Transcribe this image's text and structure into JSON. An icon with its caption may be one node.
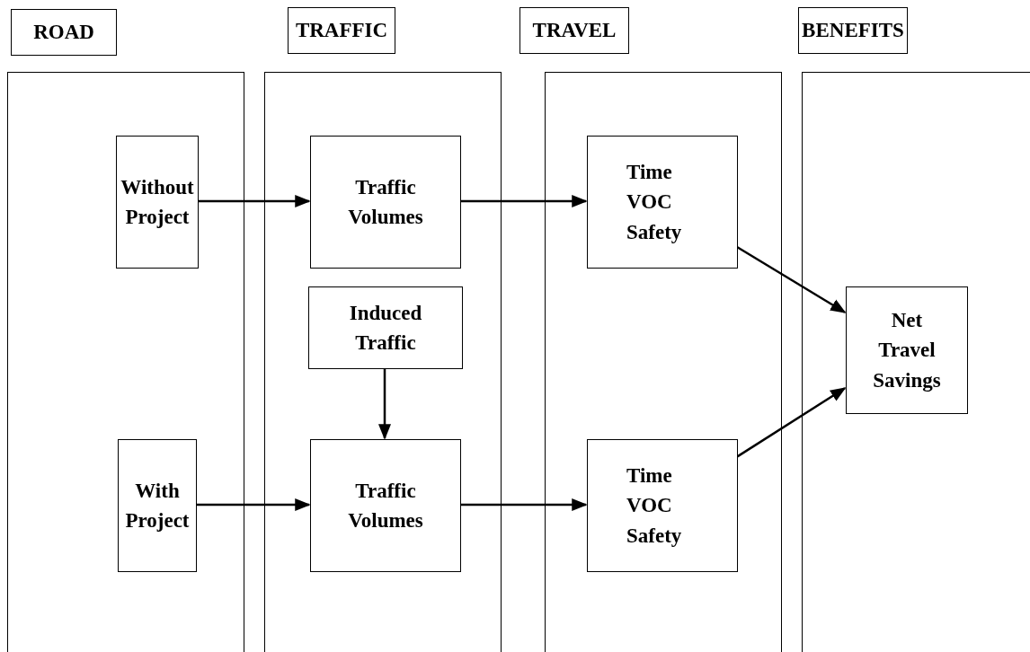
{
  "diagram": {
    "nodes": [
      {
        "text": [
          "ROAD"
        ]
      },
      {
        "text": [
          "TRAFFIC"
        ]
      },
      {
        "text": [
          "TRAVEL"
        ]
      },
      {
        "text": [
          "BENEFITS"
        ]
      },
      {
        "text": [],
        "shape": "box"
      },
      {
        "text": [
          "Without Project"
        ],
        "in": 4
      },
      {
        "text": [
          "With Project"
        ],
        "in": 4
      },
      {
        "text": [],
        "shape": "box"
      },
      {
        "text": [
          "Traffic Volumes"
        ],
        "in": 7
      },
      {
        "text": [
          "Induced Traffic"
        ],
        "in": 7
      },
      {
        "text": [
          "Traffic Volumes"
        ],
        "in": 7
      },
      {
        "text": [],
        "shape": "box"
      },
      {
        "text": [
          "Time VOC Safety"
        ],
        "in": 11
      },
      {
        "text": [
          "Time VOC Safety"
        ],
        "in": 11
      },
      {
        "text": [],
        "shape": "box"
      },
      {
        "text": [
          "Net Travel Savings"
        ],
        "in": 14
      }
    ],
    "edges": [
      {
        "from": 5,
        "to": 8,
        "arrow": "to"
      },
      {
        "from": 8,
        "to": 12,
        "arrow": "to"
      },
      {
        "from": 12,
        "to": 15,
        "arrow": "to"
      },
      {
        "from": 9,
        "to": 10,
        "arrow": "to"
      },
      {
        "from": 6,
        "to": 10,
        "arrow": "to"
      },
      {
        "from": 10,
        "to": 13,
        "arrow": "to"
      },
      {
        "from": 13,
        "to": 15,
        "arrow": "to"
      }
    ]
  }
}
